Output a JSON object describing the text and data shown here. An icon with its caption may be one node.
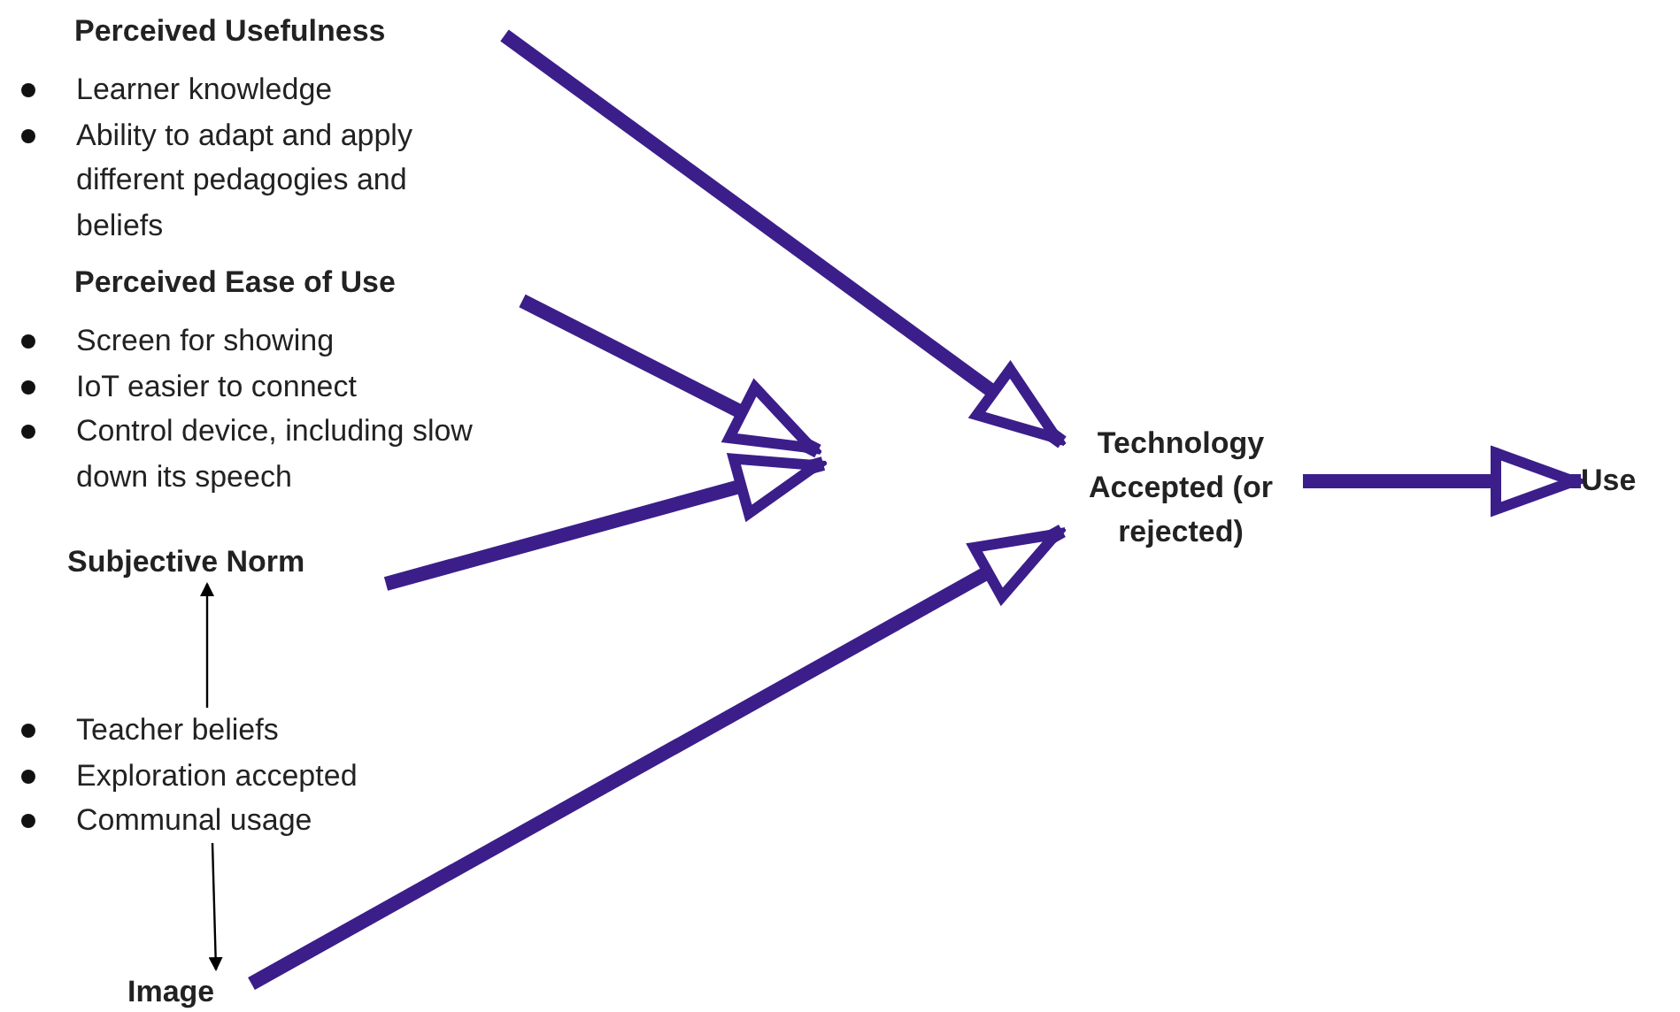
{
  "diagram": {
    "nodes": [
      {
        "text": [
          "Perceived Usefulness",
          "Learner knowledge",
          "Ability to adapt and apply different pedagogies and beliefs"
        ]
      },
      {
        "text": [
          "Perceived Ease of Use",
          "Screen for showing",
          "IoT easier to connect",
          "Control device, including slow down its speech"
        ]
      },
      {
        "text": [
          "Subjective Norm"
        ]
      },
      {
        "text": [
          "Teacher beliefs",
          "Exploration accepted",
          "Communal usage"
        ]
      },
      {
        "text": [
          "Image"
        ]
      },
      {
        "text": [
          "Technology Accepted (or rejected)"
        ]
      },
      {
        "text": [
          "Use"
        ]
      }
    ],
    "edges": [
      {
        "from": 0,
        "to": 5,
        "arrow": "to"
      },
      {
        "from": 1,
        "to": null,
        "arrow": "to"
      },
      {
        "from": 2,
        "to": null,
        "arrow": "to"
      },
      {
        "from": 4,
        "to": 5,
        "arrow": "to"
      },
      {
        "from": 5,
        "to": 6,
        "arrow": "to"
      },
      {
        "from": 3,
        "to": 2,
        "arrow": "to",
        "color": "#000000"
      },
      {
        "from": 3,
        "to": 4,
        "arrow": "to",
        "color": "#000000"
      }
    ]
  }
}
